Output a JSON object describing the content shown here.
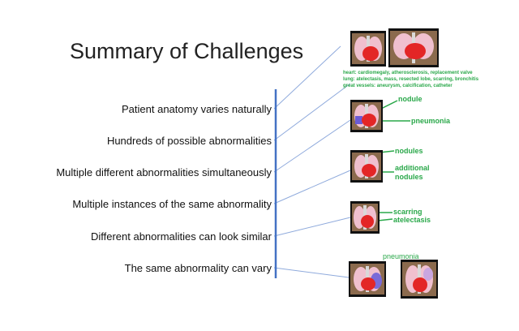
{
  "slide": {
    "title": "Summary of Challenges",
    "challenges": [
      "Patient anatomy varies naturally",
      "Hundreds of possible abnormalities",
      "Multiple different abnormalities simultaneously",
      "Multiple instances of the same abnormality",
      "Different abnormalities can look similar",
      "The same abnormality can vary"
    ],
    "abnormality_list": {
      "heart": "heart: cardiomegaly, atherosclerosis, replacement valve",
      "lung": "lung: atelectasis, mass, resected lobe, scarring, bronchitis",
      "vessels": "great vessels: aneurysm, calcification, catheter"
    },
    "labels": {
      "nodule": "nodule",
      "pneumonia": "pneumonia",
      "nodules": "nodules",
      "additional": "additional",
      "additional_nodules": "nodules",
      "scarring": "scarring",
      "atelectasis": "atelectasis",
      "pneumonia_bottom": "pneumonia"
    },
    "colors": {
      "accent_green": "#2aa84a",
      "divider_blue": "#4472c4",
      "connector_blue": "#8faadc"
    }
  }
}
